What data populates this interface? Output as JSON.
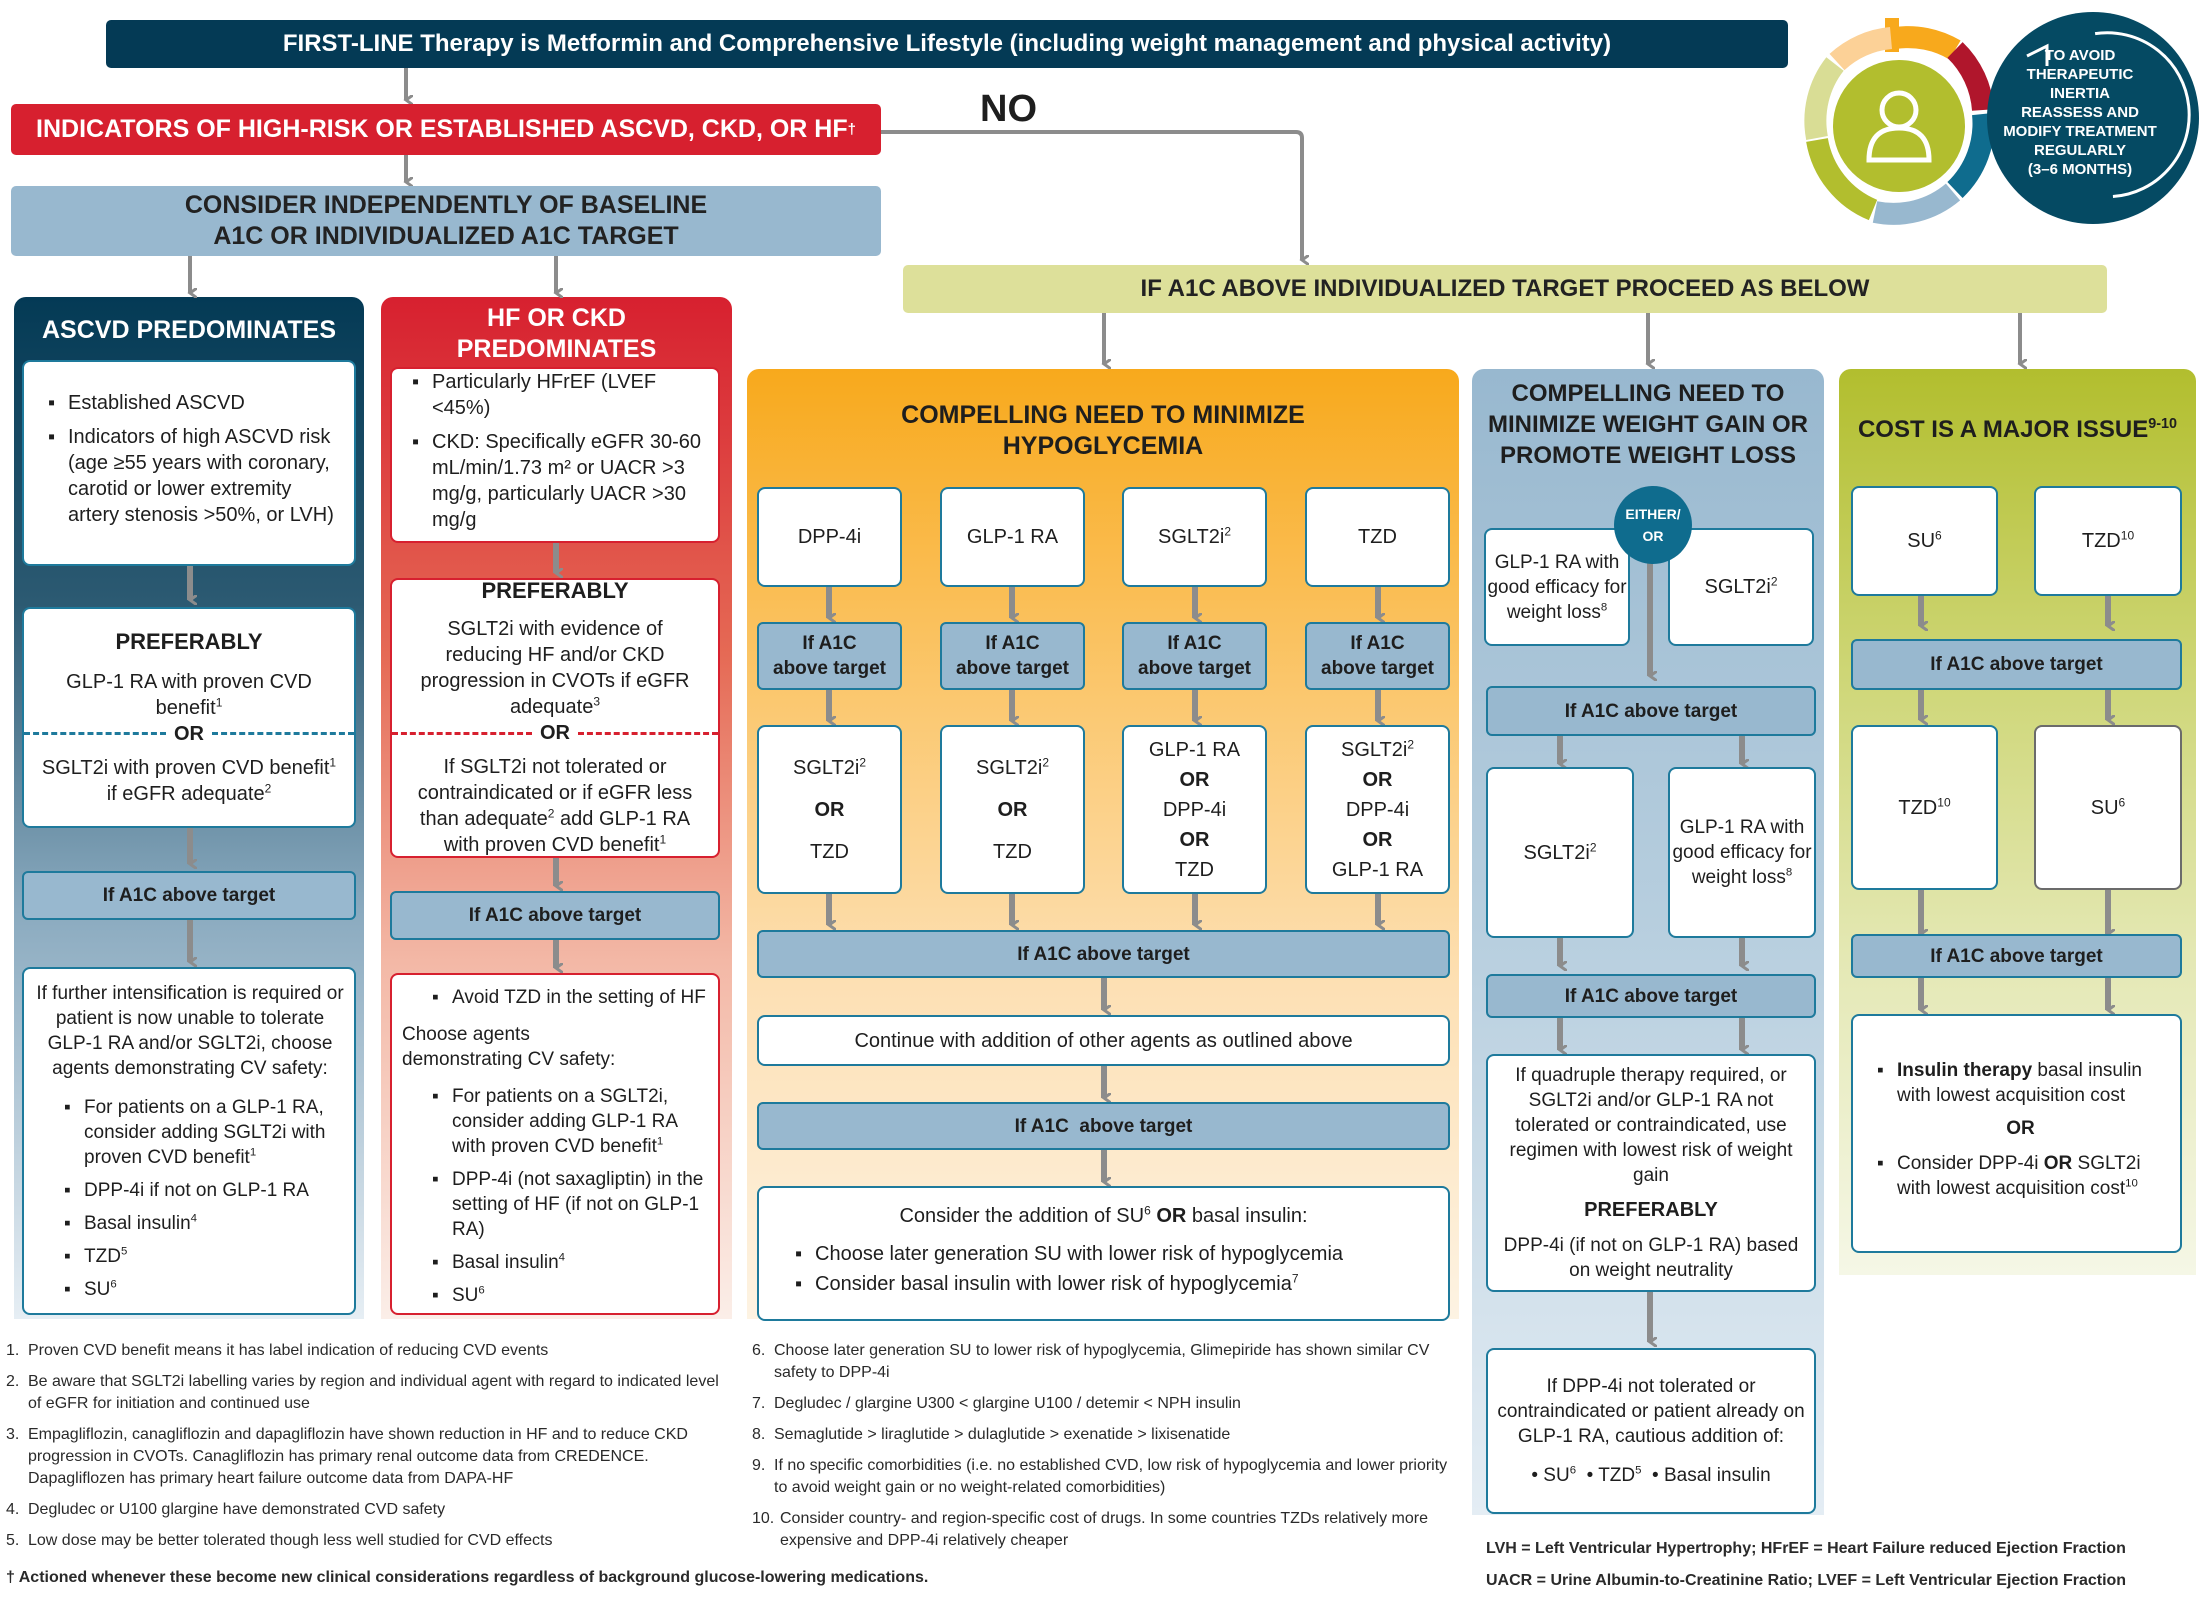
{
  "header": {
    "first_line": "FIRST-LINE Therapy is Metformin and Comprehensive Lifestyle (including weight management and physical activity)",
    "indicators": "INDICATORS OF HIGH-RISK OR ESTABLISHED ASCVD, CKD, OR HF",
    "indicators_sup": "†",
    "no_label": "NO",
    "consider_line1": "CONSIDER INDEPENDENTLY OF BASELINE",
    "consider_line2": "A1C OR INDIVIDUALIZED A1C TARGET",
    "proceed": "IF A1C ABOVE INDIVIDUALIZED TARGET PROCEED AS BELOW"
  },
  "reassess": {
    "icon": "person-cycle-icon",
    "text_lines": [
      "TO AVOID",
      "THERAPEUTIC",
      "INERTIA",
      "REASSESS AND",
      "MODIFY TREATMENT",
      "REGULARLY",
      "(3–6 MONTHS)"
    ]
  },
  "a1c_label": "If A1C above target",
  "a1c_label_split": [
    "If A1C",
    "above target"
  ],
  "ascvd": {
    "title": "ASCVD PREDOMINATES",
    "criteria": [
      "Established ASCVD",
      "Indicators of high ASCVD risk (age ≥55 years with coronary, carotid or lower extremity artery stenosis >50%, or LVH)"
    ],
    "preferably": "PREFERABLY",
    "option1": "GLP-1 RA with proven CVD benefit",
    "option1_sup": "1",
    "or": "OR",
    "option2": "SGLT2i with proven CVD benefit",
    "option2_sup": "1",
    "option2b": "if eGFR adequate",
    "option2b_sup": "2",
    "further_intro": "If further intensification is required or patient is now unable to tolerate GLP-1 RA and/or SGLT2i, choose agents demonstrating CV safety:",
    "further": [
      {
        "text": "For patients on a GLP-1 RA, consider adding SGLT2i with proven CVD benefit",
        "sup": "1"
      },
      {
        "text": "DPP-4i if not on GLP-1 RA",
        "sup": ""
      },
      {
        "text": "Basal insulin",
        "sup": "4"
      },
      {
        "text": "TZD",
        "sup": "5"
      },
      {
        "text": "SU",
        "sup": "6"
      }
    ]
  },
  "hf": {
    "title_line1": "HF OR CKD",
    "title_line2": "PREDOMINATES",
    "criteria": [
      {
        "text": "Particularly HFrEF (LVEF <45%)"
      },
      {
        "text": "CKD: Specifically eGFR 30-60 mL/min/1.73 m² or UACR >3 mg/g, particularly UACR >30 mg/g"
      }
    ],
    "preferably": "PREFERABLY",
    "option1": "SGLT2i with evidence of reducing HF and/or CKD progression in CVOTs if eGFR adequate",
    "option1_sup": "3",
    "or": "OR",
    "option2a": "If SGLT2i not tolerated or contraindicated or if eGFR less than adequate",
    "option2a_sup": "2",
    "option2b": " add GLP-1 RA with proven CVD benefit",
    "option2b_sup": "1",
    "avoid": "Avoid TZD in the setting of HF",
    "choose": "Choose agents demonstrating CV safety:",
    "further": [
      {
        "text": "For patients on a SGLT2i, consider adding GLP-1 RA with proven CVD benefit",
        "sup": "1"
      },
      {
        "text": "DPP-4i (not saxagliptin) in the setting of HF (if not on GLP-1 RA)",
        "sup": ""
      },
      {
        "text": "Basal insulin",
        "sup": "4"
      },
      {
        "text": "SU",
        "sup": "6"
      }
    ]
  },
  "hypo": {
    "title_line1": "COMPELLING NEED TO MINIMIZE",
    "title_line2": "HYPOGLYCEMIA",
    "first": [
      {
        "text": "DPP-4i",
        "sup": ""
      },
      {
        "text": "GLP-1 RA",
        "sup": ""
      },
      {
        "text": "SGLT2i",
        "sup": "2"
      },
      {
        "text": "TZD",
        "sup": ""
      }
    ],
    "second": [
      [
        {
          "text": "SGLT2i",
          "sup": "2"
        },
        {
          "text": "OR",
          "or": true
        },
        {
          "text": "TZD"
        }
      ],
      [
        {
          "text": "SGLT2i",
          "sup": "2"
        },
        {
          "text": "OR",
          "or": true
        },
        {
          "text": "TZD"
        }
      ],
      [
        {
          "text": "GLP-1 RA"
        },
        {
          "text": "OR",
          "or": true
        },
        {
          "text": "DPP-4i"
        },
        {
          "text": "OR",
          "or": true
        },
        {
          "text": "TZD"
        }
      ],
      [
        {
          "text": "SGLT2i",
          "sup": "2"
        },
        {
          "text": "OR",
          "or": true
        },
        {
          "text": "DPP-4i"
        },
        {
          "text": "OR",
          "or": true
        },
        {
          "text": "GLP-1 RA"
        }
      ]
    ],
    "continue": "Continue with addition of other agents as outlined above",
    "a1c_label2": "If A1C  above target",
    "final_intro_a": "Consider the addition of SU",
    "final_intro_sup": "6",
    "final_intro_or": "OR",
    "final_intro_b": "basal insulin:",
    "final_bullets": [
      {
        "text": "Choose later generation SU with lower risk of hypoglycemia",
        "sup": ""
      },
      {
        "text": "Consider basal insulin with lower risk of hypoglycemia",
        "sup": "7"
      }
    ]
  },
  "weight": {
    "title_lines": [
      "COMPELLING NEED TO",
      "MINIMIZE WEIGHT GAIN OR",
      "PROMOTE WEIGHT LOSS"
    ],
    "either": [
      "EITHER/",
      "OR"
    ],
    "first_left": "GLP-1 RA with good efficacy for weight loss",
    "first_left_sup": "8",
    "first_right": "SGLT2i",
    "first_right_sup": "2",
    "second_left": "SGLT2i",
    "second_left_sup": "2",
    "second_right": "GLP-1 RA with good efficacy for weight loss",
    "second_right_sup": "8",
    "quad": "If quadruple therapy required, or SGLT2i and/or GLP-1 RA not tolerated or contraindicated, use regimen with lowest risk of weight gain",
    "preferably": "PREFERABLY",
    "preferred": "DPP-4i (if not on GLP-1 RA) based on weight neutrality",
    "dpp_intro": "If DPP-4i not tolerated or contraindicated or patient already on GLP-1 RA, cautious addition of:",
    "dpp_items": [
      {
        "text": "SU",
        "sup": "6"
      },
      {
        "text": "TZD",
        "sup": "5"
      },
      {
        "text": "Basal insulin",
        "sup": ""
      }
    ]
  },
  "cost": {
    "title": "COST IS A MAJOR ISSUE",
    "title_sup": "9-10",
    "first": [
      {
        "text": "SU",
        "sup": "6"
      },
      {
        "text": "TZD",
        "sup": "10"
      }
    ],
    "second": [
      {
        "text": "TZD",
        "sup": "10"
      },
      {
        "text": "SU",
        "sup": "6"
      }
    ],
    "final_b1_bold": "Insulin therapy",
    "final_b1_rest": " basal insulin with lowest acquisition cost",
    "or": "OR",
    "final_b2_a": "Consider DPP-4i ",
    "final_b2_or": "OR",
    "final_b2_b": " SGLT2i with lowest acquisition cost",
    "final_b2_sup": "10"
  },
  "footnotes_left": [
    {
      "n": "1.",
      "text": "Proven CVD benefit means it has label indication of reducing CVD events"
    },
    {
      "n": "2.",
      "text": "Be aware that SGLT2i labelling varies by region and individual agent with regard to indicated level of eGFR for initiation and continued use"
    },
    {
      "n": "3.",
      "text": "Empagliflozin, canagliflozin and dapagliflozin have shown reduction in HF and to reduce CKD progression in CVOTs. Canagliflozin has primary renal outcome data from CREDENCE. Dapagliflozen has primary heart failure outcome data from DAPA-HF"
    },
    {
      "n": "4.",
      "text": "Degludec or U100 glargine have demonstrated CVD safety"
    },
    {
      "n": "5.",
      "text": "Low dose may be better tolerated though less well studied for CVD effects"
    }
  ],
  "footnotes_right": [
    {
      "n": "6.",
      "text": "Choose later generation SU to lower risk of hypoglycemia, Glimepiride has shown similar CV safety to DPP-4i"
    },
    {
      "n": "7.",
      "text": "Degludec / glargine U300 < glargine U100 / detemir < NPH insulin"
    },
    {
      "n": "8.",
      "text": "Semaglutide > liraglutide > dulaglutide > exenatide > lixisenatide"
    },
    {
      "n": "9.",
      "text": "If no specific comorbidities (i.e. no established CVD, low risk of hypoglycemia and lower priority to avoid weight gain or no weight-related comorbidities)"
    },
    {
      "n": "10.",
      "text": "Consider country- and region-specific cost of drugs. In some countries TZDs relatively more expensive and DPP-4i relatively cheaper"
    }
  ],
  "dagger_note": "† Actioned whenever these become new clinical considerations regardless of background glucose-lowering medications.",
  "abbreviations": [
    "LVH = Left Ventricular Hypertrophy; HFrEF = Heart Failure reduced Ejection Fraction",
    "UACR = Urine Albumin-to-Creatinine Ratio; LVEF = Left Ventricular Ejection Fraction"
  ],
  "colors": {
    "navy": "#043a55",
    "red": "#d7202f",
    "light_blue": "#98b8cf",
    "orange": "#f8a91c",
    "olive": "#b2be2e",
    "pale_olive": "#dde09a",
    "teal_border": "#1e7a9c",
    "arrow_grey": "#8c8c8c"
  }
}
